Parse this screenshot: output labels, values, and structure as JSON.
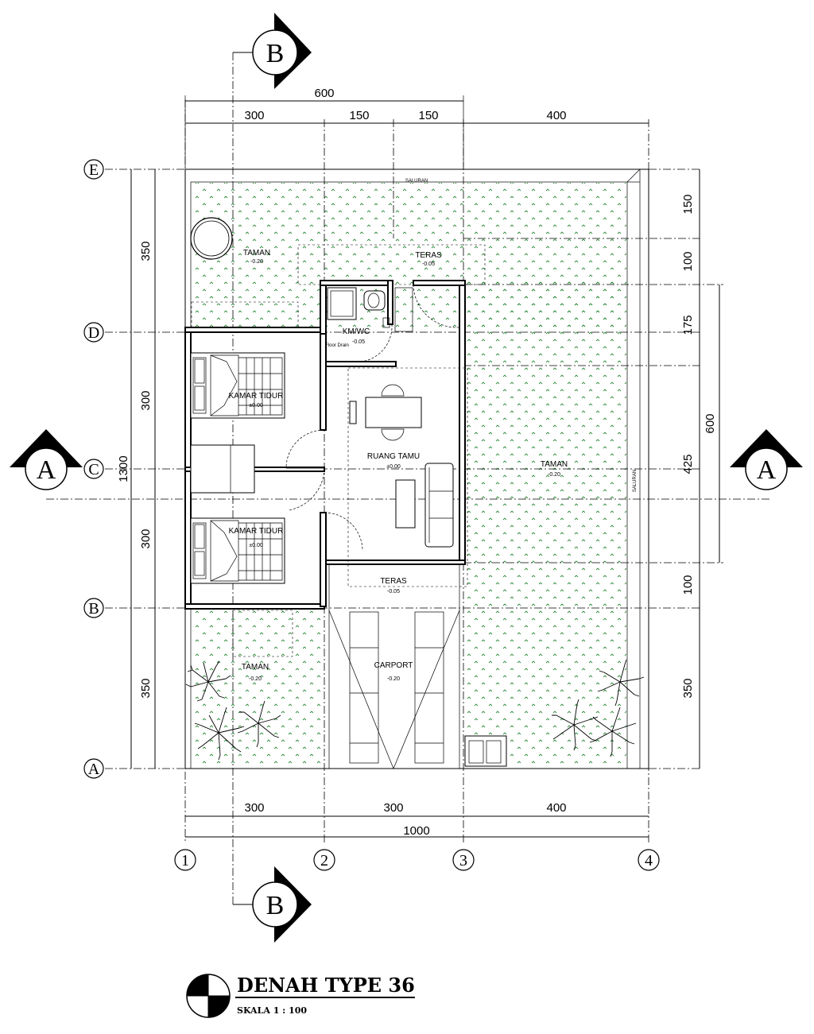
{
  "drawing": {
    "title": "DENAH  TYPE 36",
    "scale": "SKALA  1 : 100"
  },
  "grid_lines": {
    "columns": [
      "1",
      "2",
      "3",
      "4"
    ],
    "rows": [
      "A",
      "B",
      "C",
      "D",
      "E"
    ]
  },
  "section_marks": {
    "a_left": "A",
    "a_right": "A",
    "b_top": "B",
    "b_bottom": "B"
  },
  "dimensions": {
    "top_overall": "600",
    "top": [
      "300",
      "150",
      "150",
      "400"
    ],
    "bottom": [
      "300",
      "300",
      "400"
    ],
    "bottom_overall": "1000",
    "left_overall": "1300",
    "left": [
      "350",
      "300",
      "300",
      "350"
    ],
    "right": [
      "150",
      "100",
      "175",
      "425",
      "100",
      "350"
    ],
    "right_overall": "600"
  },
  "channel_labels": {
    "top": "SALURAN",
    "right": "SALURAN"
  },
  "rooms": {
    "taman_nw": {
      "name": "TAMAN",
      "level": "-0.20"
    },
    "teras_top": {
      "name": "TERAS",
      "level": "-0.05"
    },
    "kmwc": {
      "name": "KM/WC",
      "level": "-0.05"
    },
    "floor_drain": "Floor Drain",
    "kamar_tidur_1": {
      "name": "KAMAR TIDUR",
      "level": "±0.00"
    },
    "ruang_tamu": {
      "name": "RUANG TAMU",
      "level": "±0.00"
    },
    "taman_east": {
      "name": "TAMAN",
      "level": "-0.20"
    },
    "kamar_tidur_2": {
      "name": "KAMAR TIDUR",
      "level": "±0.00"
    },
    "teras_bottom": {
      "name": "TERAS",
      "level": "-0.05"
    },
    "taman_sw": {
      "name": "TAMAN",
      "level": "-0.20"
    },
    "carport": {
      "name": "CARPORT",
      "level": "-0.20"
    }
  }
}
